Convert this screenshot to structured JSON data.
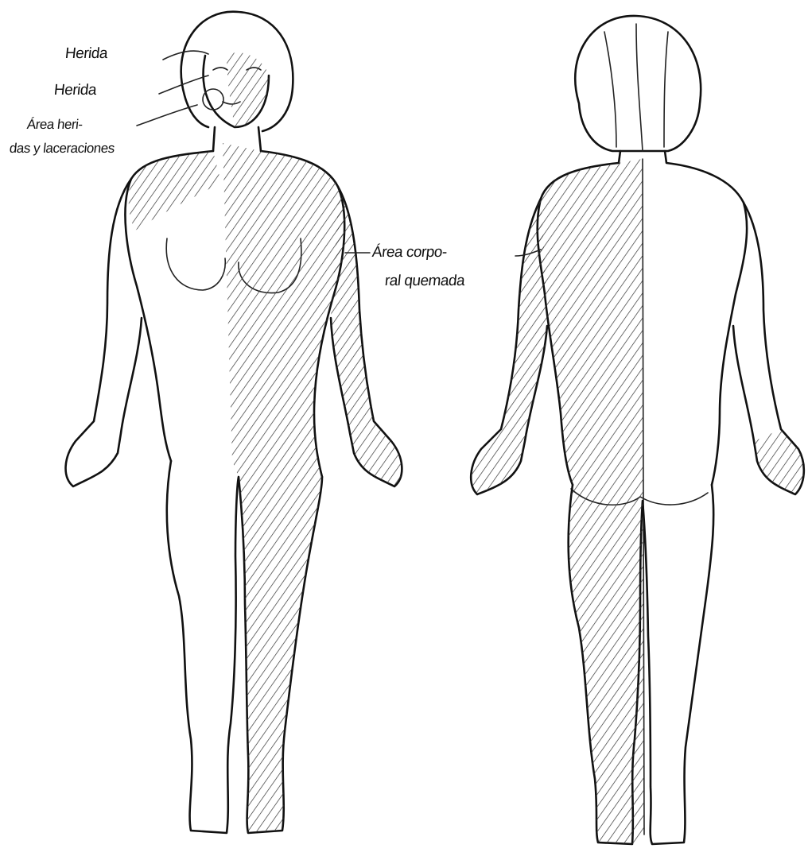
{
  "annotations": {
    "wound_1": "Herida",
    "wound_2": "Herida",
    "lacerations_line1": "Área heri-",
    "lacerations_line2": "das y laceraciones",
    "burn_line1": "Área corpo-",
    "burn_line2": "ral quemada"
  },
  "colors": {
    "ink": "#111111",
    "paper": "#ffffff",
    "hatch": "#333333"
  }
}
